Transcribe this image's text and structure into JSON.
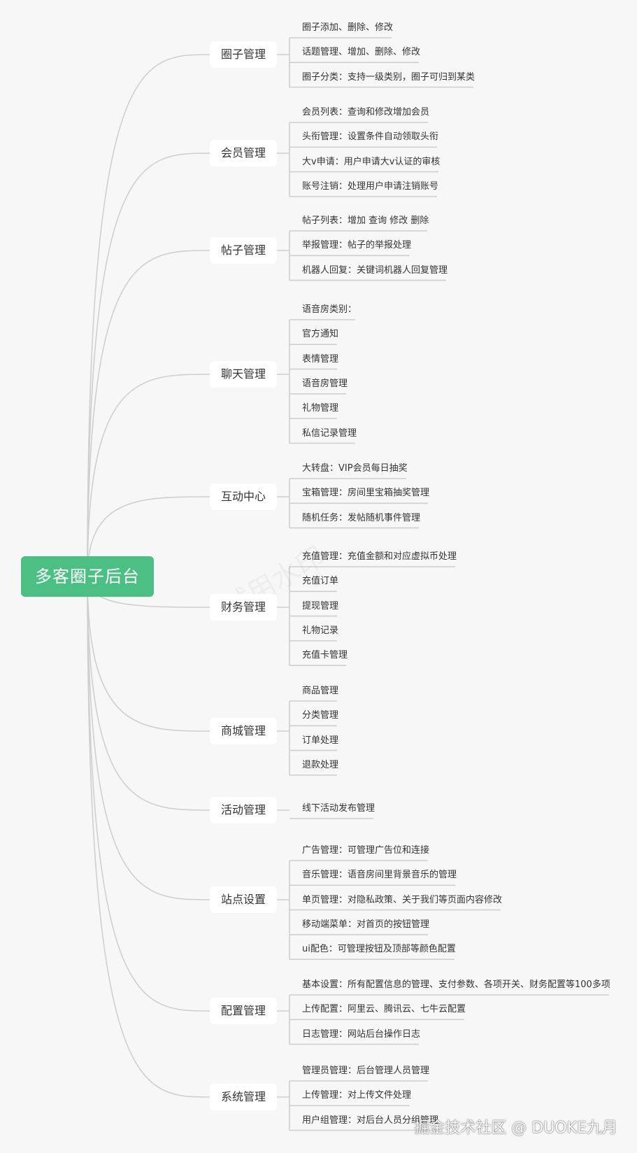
{
  "root": "多客圈子后台",
  "watermark": "试用水印",
  "footer": "掘金技术社区 @ DUOKE九月",
  "branches": [
    {
      "label": "圈子管理",
      "items": [
        "圈子添加、删除、修改",
        "话题管理、增加、删除、修改",
        "圈子分类：支持一级类别，圈子可归到某类"
      ]
    },
    {
      "label": "会员管理",
      "items": [
        "会员列表：查询和修改增加会员",
        "头衔管理：设置条件自动领取头衔",
        "大v申请：用户申请大v认证的审核",
        "账号注销：处理用户申请注销账号"
      ]
    },
    {
      "label": "帖子管理",
      "items": [
        "帖子列表：增加 查询 修改 删除",
        "举报管理：帖子的举报处理",
        "机器人回复：关键词机器人回复管理"
      ]
    },
    {
      "label": "聊天管理",
      "items": [
        "语音房类别：",
        "官方通知",
        "表情管理",
        "语音房管理",
        "礼物管理",
        "私信记录管理"
      ]
    },
    {
      "label": "互动中心",
      "items": [
        "大转盘：VIP会员每日抽奖",
        "宝箱管理：房间里宝箱抽奖管理",
        "随机任务：发帖随机事件管理"
      ]
    },
    {
      "label": "财务管理",
      "items": [
        "充值管理：充值金额和对应虚拟币处理",
        "充值订单",
        "提现管理",
        "礼物记录",
        "充值卡管理"
      ]
    },
    {
      "label": "商城管理",
      "items": [
        "商品管理",
        "分类管理",
        "订单处理",
        "退款处理"
      ]
    },
    {
      "label": "活动管理",
      "items": [
        "线下活动发布管理"
      ]
    },
    {
      "label": "站点设置",
      "items": [
        "广告管理：可管理广告位和连接",
        "音乐管理：语音房间里背景音乐的管理",
        "单页管理：对隐私政策、关于我们等页面内容修改",
        "移动端菜单：对首页的按钮管理",
        "ui配色：可管理按钮及顶部等颜色配置"
      ]
    },
    {
      "label": "配置管理",
      "items": [
        "基本设置：所有配置信息的管理、支付参数、各项开关、财务配置等100多项",
        "上传配置：阿里云、腾讯云、七牛云配置",
        "日志管理：网站后台操作日志"
      ]
    },
    {
      "label": "系统管理",
      "items": [
        "管理员管理：后台管理人员管理",
        "上传管理：对上传文件处理",
        "用户组管理：对后台人员分组管理"
      ]
    }
  ]
}
